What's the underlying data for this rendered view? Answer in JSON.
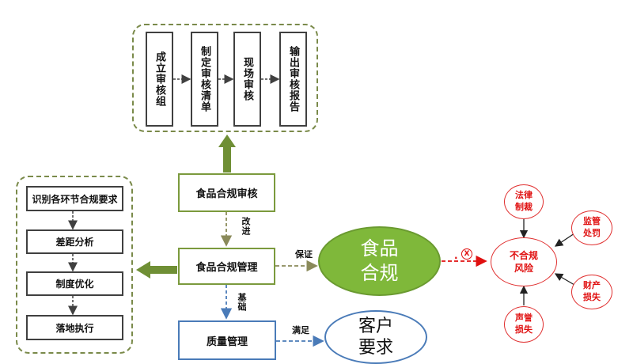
{
  "audit_steps": [
    "成立审核组",
    "制定审核清单",
    "现场审核",
    "输出审核报告"
  ],
  "compliance_steps": [
    "识别各环节合规要求",
    "差距分析",
    "制度优化",
    "落地执行"
  ],
  "nodes": {
    "audit": "食品合规审核",
    "management": "食品合规管理",
    "quality": "质量管理",
    "food_compliance_line1": "食品",
    "food_compliance_line2": "合规",
    "customer_line1": "客户",
    "customer_line2": "要求",
    "risk_line1": "不合规",
    "risk_line2": "风险"
  },
  "edge_labels": {
    "improve": "改进",
    "guarantee": "保证",
    "foundation": "基础",
    "satisfy": "满足",
    "x_mark": "X"
  },
  "risk_factors": [
    {
      "line1": "法律",
      "line2": "制裁"
    },
    {
      "line1": "监管",
      "line2": "处罚"
    },
    {
      "line1": "财产",
      "line2": "损失"
    },
    {
      "line1": "声誉",
      "line2": "损失"
    }
  ],
  "colors": {
    "green_arrow": "#6f8f35",
    "green_fill": "#7fb83a",
    "blue": "#4a7bb8",
    "red": "#e01010"
  }
}
